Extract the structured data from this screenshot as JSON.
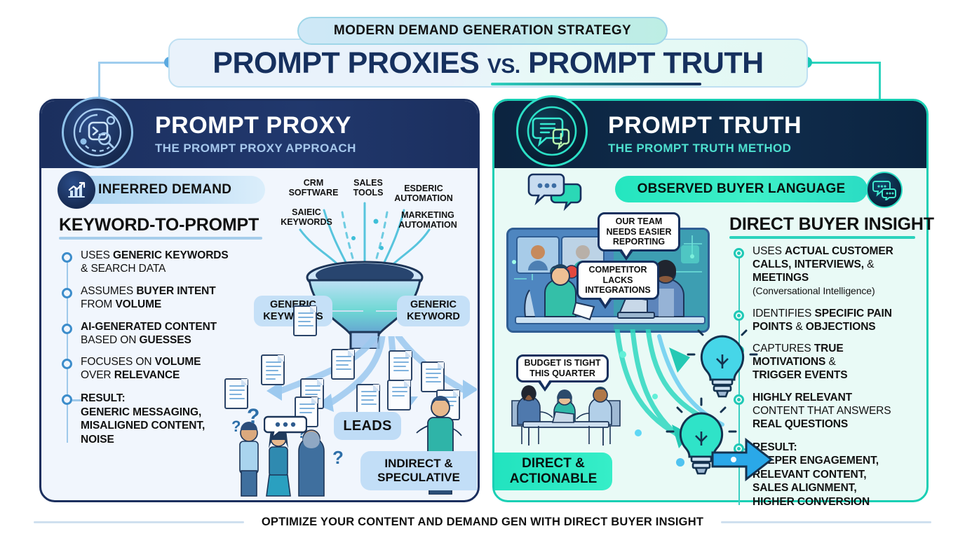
{
  "header": {
    "kicker": "MODERN DEMAND GENERATION STRATEGY",
    "title_left": "PROMPT PROXIES",
    "title_vs": "VS.",
    "title_right": "PROMPT TRUTH"
  },
  "left_panel": {
    "icon": "terminal-magnifier-icon",
    "title": "PROMPT PROXY",
    "subtitle": "THE PROMPT PROXY APPROACH",
    "badge": {
      "icon": "bar-chart-growth-icon",
      "label": "INFERRED DEMAND"
    },
    "section_title": "KEYWORD-TO-PROMPT",
    "bullets": [
      {
        "html": "USES <b>GENERIC KEYWORDS</b><br>&amp; SEARCH DATA"
      },
      {
        "html": "ASSUMES <b>BUYER INTENT</b><br>FROM <b>VOLUME</b>"
      },
      {
        "html": "<b>AI-GENERATED CONTENT</b><br>BASED ON <b>GUESSES</b>"
      },
      {
        "html": "FOCUSES ON <b>VOLUME</b><br>OVER <b>RELEVANCE</b>"
      },
      {
        "html": "RESULT:<br>GENERIC MESSAGING,<br>MISALIGNED CONTENT,<br>NOISE",
        "result": true
      }
    ],
    "funnel_sources": [
      "CRM\nSOFTWARE",
      "SALES\nTOOLS",
      "ESDERIC\nAUTOMATION",
      "SAIEIC\nKEYWORDS",
      "MARKETING\nAUTOMATION"
    ],
    "funnel_side_labels": [
      "GENERIC\nKEYWORDS",
      "GENERIC\nKEYWORD"
    ],
    "leads_label": "LEADS",
    "footer_pill": "INDIRECT &\nSPECULATIVE"
  },
  "right_panel": {
    "icon": "speech-bubbles-alert-icon",
    "title": "PROMPT TRUTH",
    "subtitle": "THE PROMPT TRUTH METHOD",
    "badge": {
      "icon": "chat-bubbles-icon",
      "label": "OBSERVED BUYER LANGUAGE"
    },
    "section_title": "DIRECT BUYER INSIGHT",
    "bullets": [
      {
        "html": "USES <b>ACTUAL CUSTOMER</b><br><b>CALLS, INTERVIEWS,</b> &amp; <b>MEETINGS</b><br><span class=\"paren\">(Conversational Intelligence)</span>"
      },
      {
        "html": "IDENTIFIES <b>SPECIFIC PAIN</b><br><b>POINTS</b> &amp; <b>OBJECTIONS</b>"
      },
      {
        "html": "CAPTURES <b>TRUE</b><br><b>MOTIVATIONS</b> &amp;<br><b>TRIGGER EVENTS</b>"
      },
      {
        "html": "<b>HIGHLY RELEVANT</b><br>CONTENT THAT ANSWERS<br><b>REAL QUESTIONS</b>"
      },
      {
        "html": "RESULT:<br>DEEPER ENGAGEMENT,<br>RELEVANT CONTENT,<br>SALES ALIGNMENT,<br>HIGHER CONVERSION",
        "result": true
      }
    ],
    "speech_bubbles": [
      "OUR TEAM\nNEEDS EASIER\nREPORTING",
      "COMPETITOR\nLACKS\nINTEGRATIONS",
      "BUDGET IS TIGHT\nTHIS QUARTER"
    ],
    "footer_pill": "DIRECT &\nACTIONABLE"
  },
  "footer": {
    "text": "OPTIMIZE YOUR CONTENT AND DEMAND GEN WITH DIRECT BUYER INSIGHT"
  },
  "colors": {
    "navy": "#16305e",
    "teal": "#24e5bf",
    "light_blue": "#a7d2f0",
    "panel_left_bg": "#f1f6fd",
    "panel_right_bg": "#e9faf6"
  }
}
